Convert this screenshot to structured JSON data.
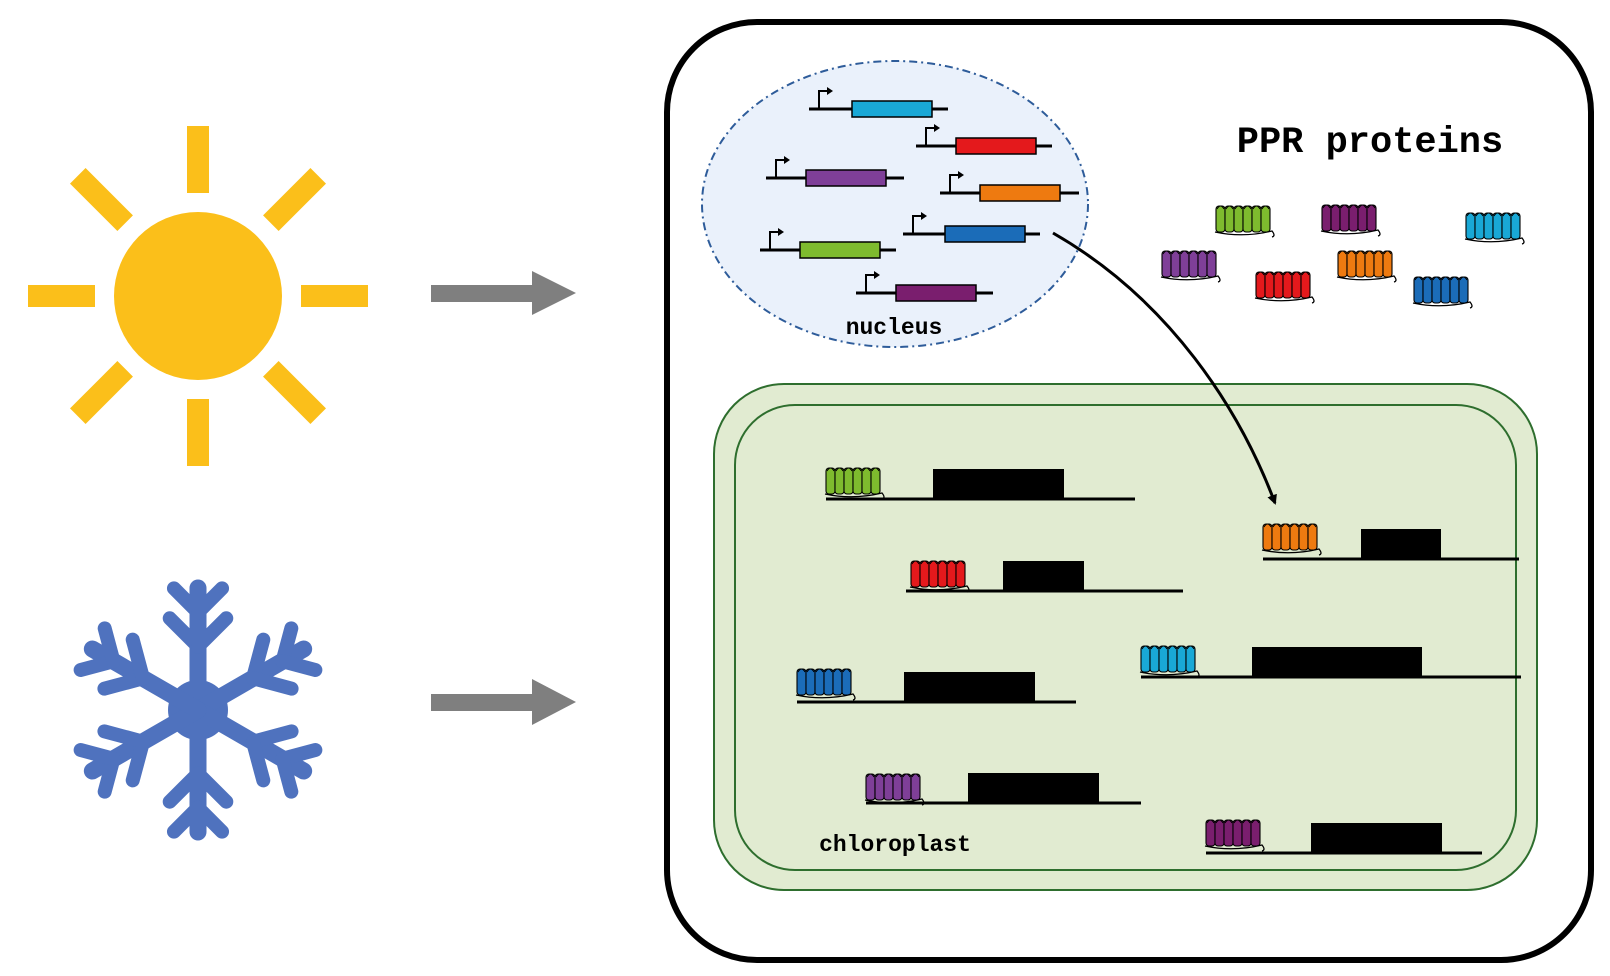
{
  "labels": {
    "ppr_proteins": "PPR proteins",
    "nucleus": "nucleus",
    "chloroplast": "chloroplast"
  },
  "stimuli": [
    {
      "name": "sun-icon",
      "color": "#FBBF1A"
    },
    {
      "name": "snowflake-icon",
      "color": "#4F72BE"
    }
  ],
  "colors": {
    "arrow_gray": "#7F7F7F",
    "cell_border": "#000000",
    "nucleus_fill": "#EAF1FB",
    "nucleus_border": "#2E5C9A",
    "chloroplast_fill": "#E1EBD1",
    "chloroplast_border": "#2E6E2E",
    "gene_box": "#000000"
  },
  "ppr_colors": {
    "green": "#7EBB2E",
    "red": "#E4191C",
    "orange": "#EE7A10",
    "purple": "#7F3F98",
    "magenta": "#7A1E6E",
    "cyan": "#19A8D6",
    "blue": "#1B6CB8"
  },
  "nuclear_genes": [
    "cyan",
    "red",
    "purple",
    "orange",
    "blue",
    "green",
    "magenta"
  ],
  "free_proteins": [
    "green",
    "magenta",
    "cyan",
    "purple",
    "red",
    "orange",
    "blue"
  ],
  "chloroplast_targets": [
    "green",
    "orange",
    "red",
    "cyan",
    "blue",
    "purple",
    "magenta"
  ]
}
